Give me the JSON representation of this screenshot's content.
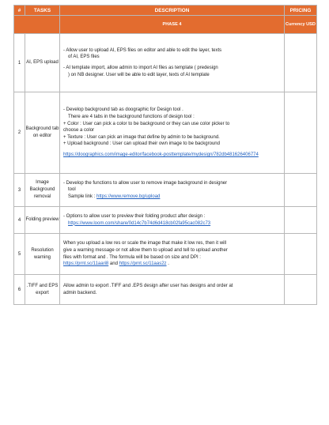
{
  "header": {
    "num": "#",
    "tasks": "TASKS",
    "description": "DESCRIPTION",
    "pricing": "PRICING"
  },
  "phase": {
    "label": "PHASE 4",
    "currency": "Currency USD"
  },
  "rows": [
    {
      "num": "1",
      "task": "AI, EPS upload",
      "lines": [
        "- Allow user to upload AI, EPS files on editor and able to edit the layer, texts",
        "of AI, EPS files",
        "- AI template import, allow admin to import AI files as template ( predesign",
        ") on NB designer. User will be able to edit layer, texts of AI template"
      ]
    },
    {
      "num": "2",
      "task": "Background tab on editor",
      "lines": [
        "- Develop background tab as doographic for Design tool .",
        "There are 4 tabs in the background functions of design tool :",
        "+ Color : User can pick a color to be background or they can use color picker to",
        "choose a color",
        "+ Texture : User can pick an image that define by admin to be background.",
        "+ Upload background : User can upload their own image to be background"
      ],
      "link": "https://doographics.com/image-editor/facebook-posttemplate/mydesign/782db481626406774"
    },
    {
      "num": "3",
      "task": "Image Background removal",
      "lines": [
        "- Develop the functions to allow user to remove image background in designer",
        "tool"
      ],
      "sample_prefix": "Sample link : ",
      "link": "https://www.remove.bg/upload"
    },
    {
      "num": "4",
      "task": "Folding preview",
      "lines": [
        "- Options to allow user to preview their folding product after design :"
      ],
      "link": "https://www.loom.com/share/0d14c7b74d6d418cb02fa95cac082c73"
    },
    {
      "num": "5",
      "task": "Resolution warning",
      "lines": [
        "When you upload a low res or scale the image that make it low res, then it will",
        "give a warning message or not allow them to upload and tell to upload another",
        "files with format and . The formula will be based on size and DPI :"
      ],
      "link1": "https://prnt.sc/11aari8",
      "and": " and ",
      "link2": "https://prnt.sc/11aas2z",
      "tail": " ."
    },
    {
      "num": "6",
      "task": ".TIFF and EPS export",
      "lines": [
        "Allow admin to export .TIFF and .EPS design after user has designs and order at",
        "admin backend."
      ]
    }
  ]
}
